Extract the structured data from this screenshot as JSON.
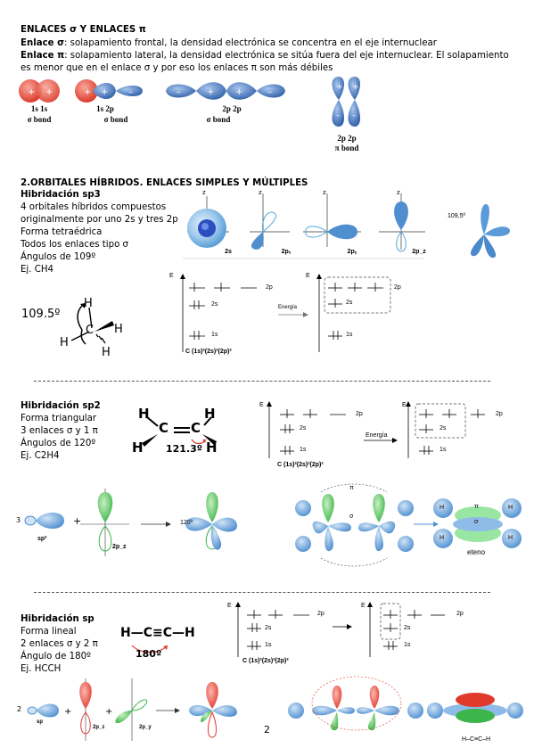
{
  "s1": {
    "title": "ENLACES σ Y ENLACES π",
    "sigma_term": "Enlace σ",
    "sigma_def": ": solapamiento frontal, la densidad electrónica se concentra en el eje internuclear",
    "pi_term": "Enlace π",
    "pi_def": ": solapamiento lateral, la densidad electrónica se sitúa fuera del eje internuclear. El solapamiento es menor que en el enlace σ y por eso los enlaces π son más débiles",
    "figs": [
      {
        "orb": "1s  1s",
        "bond": "σ bond"
      },
      {
        "orb": "1s      2p",
        "bond": "σ bond"
      },
      {
        "orb": "2p             2p",
        "bond": "σ bond"
      },
      {
        "orb": "2p  2p",
        "bond": "π bond"
      }
    ]
  },
  "s2": {
    "title": "2.ORBITALES HÍBRIDOS. ENLACES SIMPLES Y MÚLTIPLES",
    "sub": "Hibridación sp3",
    "lines": [
      "4 orbitales híbridos compuestos",
      "originalmente por uno 2s y tres 2p",
      "Forma tetraédrica",
      "Todos los enlaces tipo σ",
      "Ángulos de 109º",
      "Ej. CH4"
    ],
    "angle_big": "109.5º",
    "angle_small": "109,5º",
    "orbitals": [
      "2s",
      "2pₓ",
      "2pᵧ",
      "2p_z"
    ],
    "config": "C  (1s)²(2s)²(2p)²",
    "energy_arrow": "Energía",
    "levels": {
      "p": "2p",
      "s": "2s",
      "one": "1s",
      "axis": "E"
    },
    "atoms": {
      "c": "C",
      "h": "H"
    }
  },
  "s3": {
    "sub": "Hibridación sp2",
    "lines": [
      "Forma triangular",
      "3 enlaces σ y 1 π",
      "Ángulos de 120º",
      "Ej. C2H4"
    ],
    "angle": "121.3º",
    "config": "C  (1s)²(2s)²(2p)²",
    "energy_arrow": "Energía",
    "sp2_label": "sp²",
    "p_label": "2p_z",
    "angle_120": "120º",
    "eteno": "eteno",
    "three": "3",
    "pi": "π",
    "sigma": "σ"
  },
  "s4": {
    "sub": "Hibridación sp",
    "lines": [
      "Forma lineal",
      "2 enlaces σ y 2 π",
      "Ángulo de 180º",
      "Ej. HCCH"
    ],
    "formula": "H—C≡C—H",
    "angle": "180º",
    "config": "C  (1s)²(2s)²(2p)²",
    "sp_label": "sp",
    "px_label": "2p_z",
    "py_label": "2p_y",
    "two": "2",
    "hcch": "H–C≡C–H"
  },
  "page_number": "2",
  "colors": {
    "blue": "#3c6fb4",
    "blue_light": "#9ec3ea",
    "red": "#e03a2c",
    "green": "#3cb54a"
  }
}
